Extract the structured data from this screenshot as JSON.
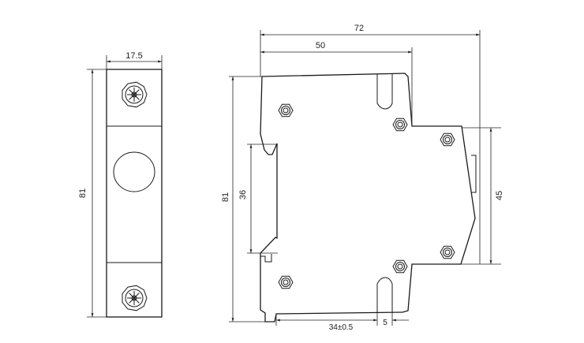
{
  "title": "Circuit breaker dimension drawing",
  "front_view": {
    "width_label": "17.5",
    "height_label": "81"
  },
  "side_view": {
    "total_depth_label": "72",
    "front_depth_label": "50",
    "height_label": "81",
    "rail_height_label": "36",
    "step_height_label": "45",
    "rail_offset_label": "34±0.5",
    "slot_width_label": "5"
  },
  "colors": {
    "line": "#1a1a1a",
    "background": "#ffffff"
  }
}
